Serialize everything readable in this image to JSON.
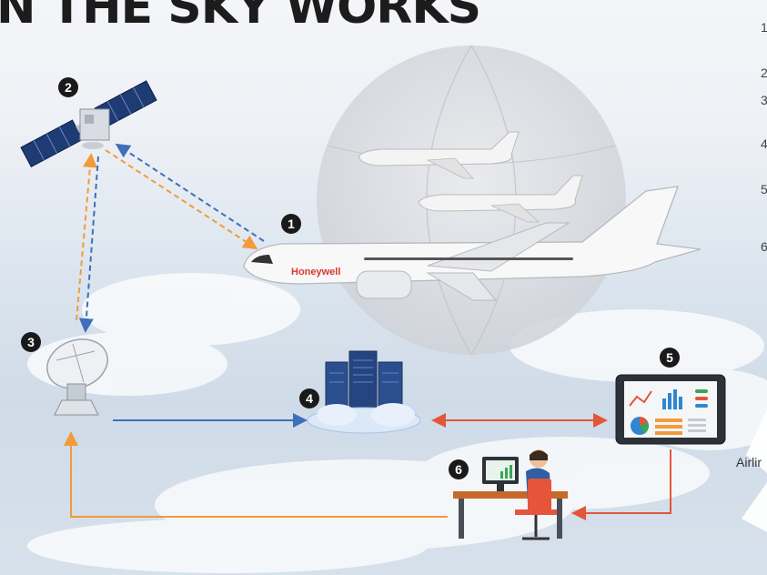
{
  "title": "N THE SKY WORKS",
  "badges": [
    "1",
    "2",
    "3",
    "4",
    "5",
    "6"
  ],
  "side_numbers": [
    "1",
    "2",
    "3",
    "4",
    "5",
    "6"
  ],
  "brand": "Honeywell",
  "partial_label": "Airlir",
  "colors": {
    "uplink_orange": "#f39a3a",
    "downlink_blue": "#3f6fb8",
    "data_red": "#e4553b",
    "badge": "#1a1a1a"
  },
  "icons": [
    "satellite-icon",
    "ground-antenna-icon",
    "cloud-server-icon",
    "tablet-dashboard-icon",
    "airline-operator-icon",
    "aircraft-icon",
    "globe-icon"
  ]
}
